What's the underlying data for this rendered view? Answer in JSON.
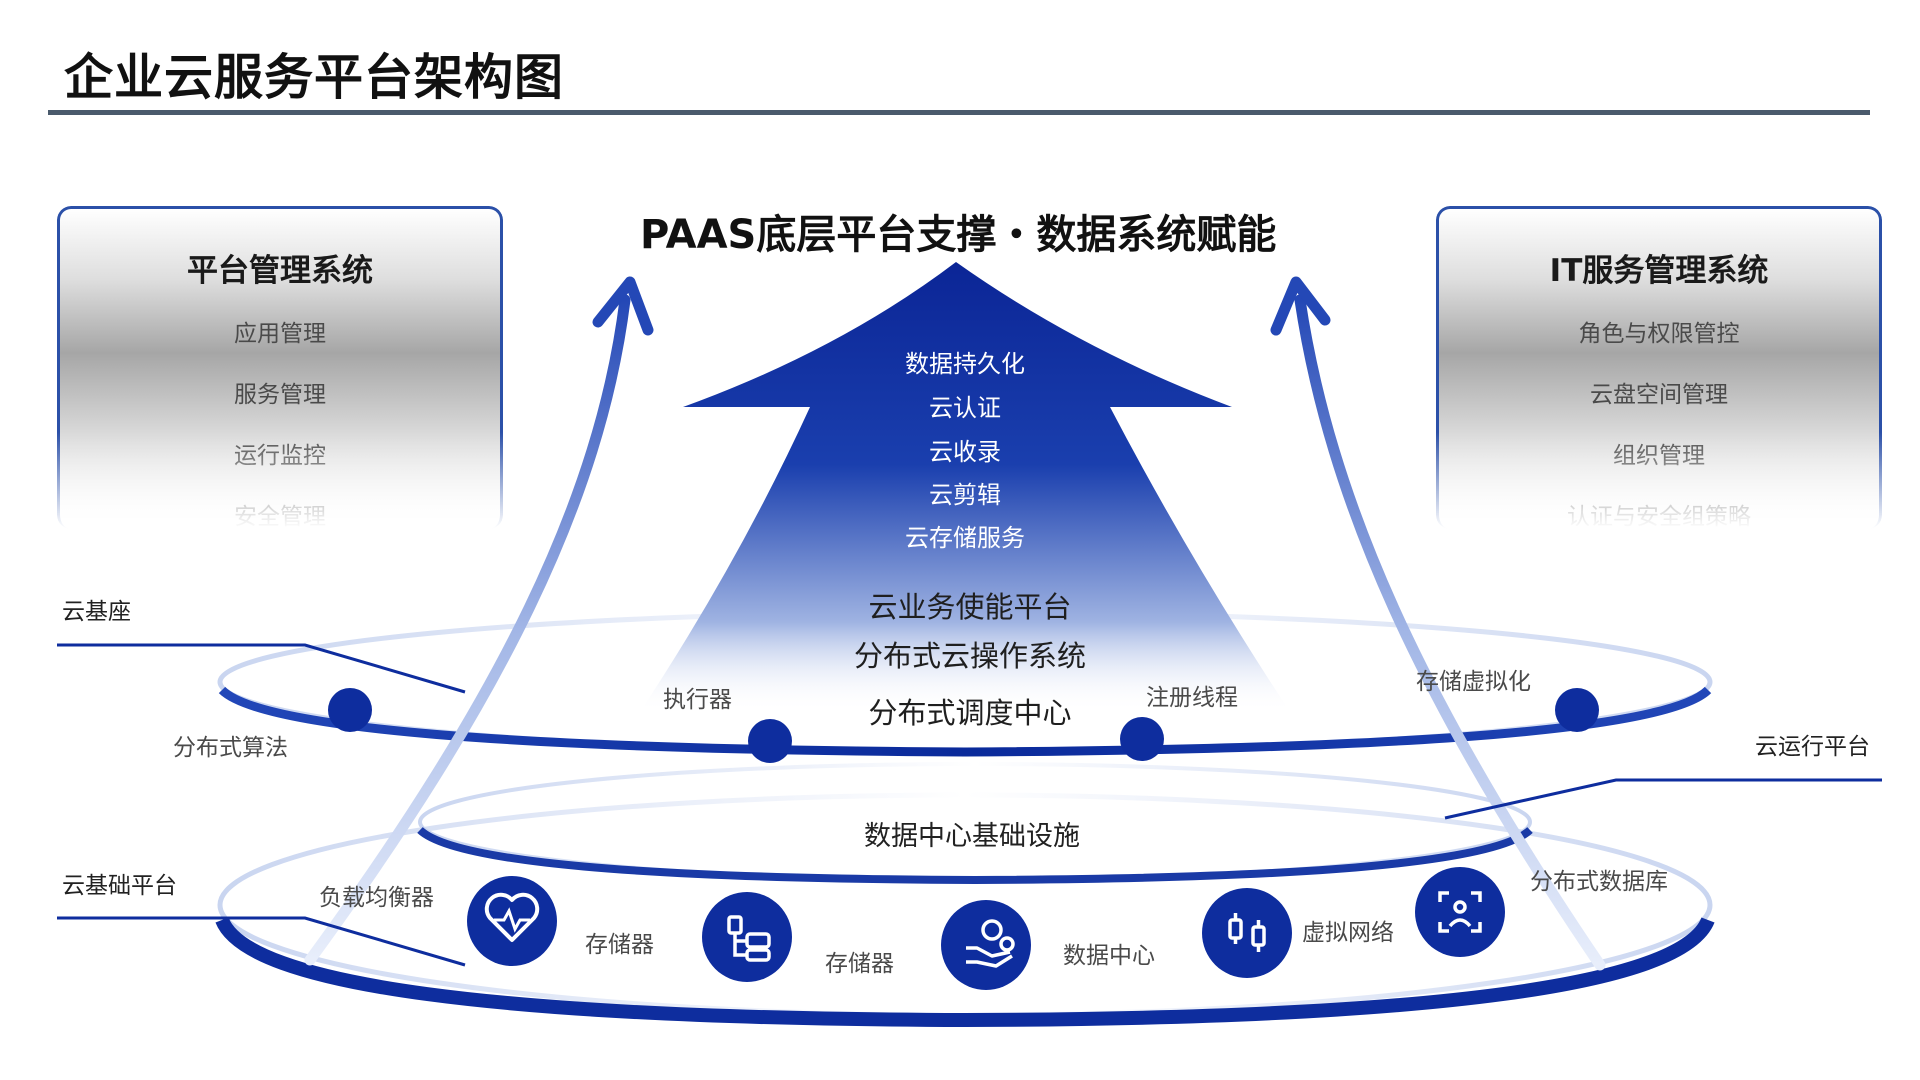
{
  "title": "企业云服务平台架构图",
  "heading": "PAAS底层平台支撑・数据系统赋能",
  "left_panel": {
    "title": "平台管理系统",
    "items": [
      "应用管理",
      "服务管理",
      "运行监控",
      "安全管理"
    ]
  },
  "right_panel": {
    "title": "IT服务管理系统",
    "items": [
      "角色与权限管控",
      "云盘空间管理",
      "组织管理",
      "认证与安全组策略"
    ]
  },
  "arrow": {
    "items": [
      "数据持久化",
      "云认证",
      "云收录",
      "云剪辑",
      "云存储服务"
    ]
  },
  "center_layers": [
    "云业务使能平台",
    "分布式云操作系统",
    "分布式调度中心"
  ],
  "labels": {
    "cloud_base": "云基座",
    "cloud_foundation": "云基础平台",
    "cloud_runtime": "云运行平台",
    "distributed_algorithm": "分布式算法",
    "executor": "执行器",
    "register_thread": "注册线程",
    "storage_virtualization": "存储虚拟化",
    "datacenter_infrastructure": "数据中心基础设施",
    "load_balancer": "负载均衡器",
    "distributed_database": "分布式数据库"
  },
  "bottom_items": [
    "存储器",
    "存储器",
    "数据中心",
    "虚拟网络"
  ],
  "icons": [
    "heart-pulse-icon",
    "tree-structure-icon",
    "hand-money-icon",
    "candlestick-icon",
    "face-scan-icon"
  ],
  "colors": {
    "primary": "#0e2d9e",
    "accent": "#2f5bc8"
  }
}
